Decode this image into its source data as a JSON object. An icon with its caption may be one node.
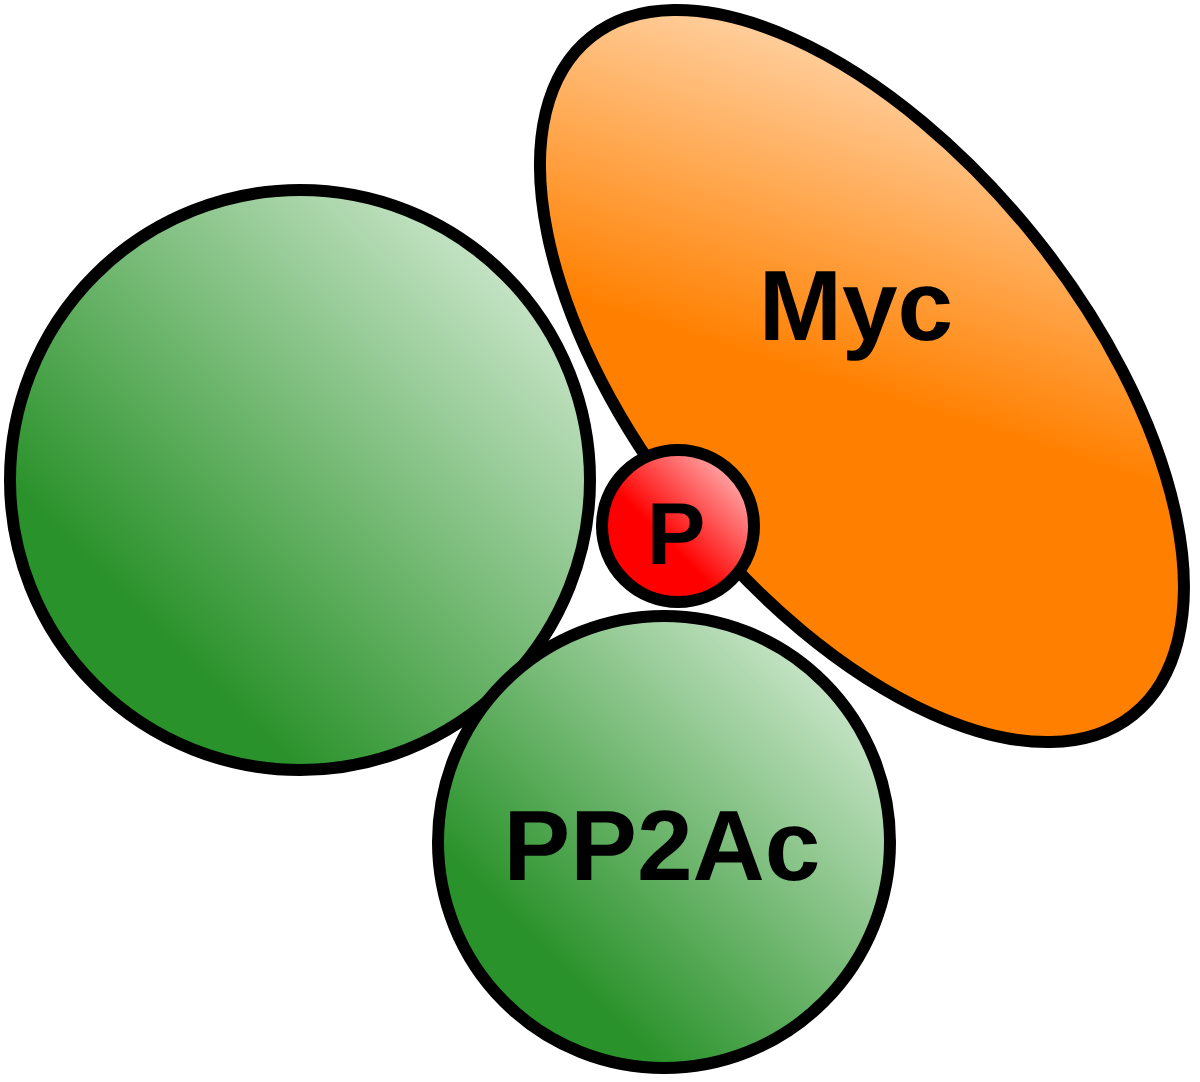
{
  "diagram": {
    "nodes": [
      {
        "text": [
          "Myc"
        ]
      },
      {
        "text": [],
        "shape": "circle"
      },
      {
        "text": [
          "P"
        ]
      },
      {
        "text": [
          "PP2Ac"
        ]
      }
    ]
  }
}
